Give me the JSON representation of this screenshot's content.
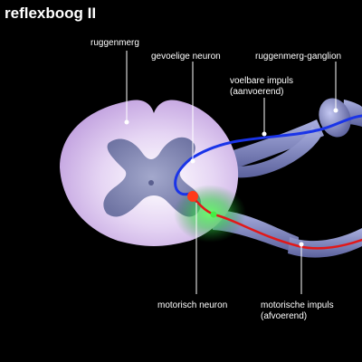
{
  "title": "reflexboog II",
  "labels": {
    "spinal_cord": "ruggenmerg",
    "sensory_neuron": "gevoelige neuron",
    "ganglion": "ruggenmerg-ganglion",
    "afferent_line1": "voelbare impuls",
    "afferent_line2": "(aanvoerend)",
    "motor_neuron": "motorisch neuron",
    "efferent_line1": "motorische impuls",
    "efferent_line2": "(afvoerend)"
  },
  "colors": {
    "background": "#000000",
    "cord_outer": "#c9a6e6",
    "grey_matter": "#8a8fb8",
    "nerve": "#8c93c8",
    "afferent": "#1a34e8",
    "efferent": "#e21818",
    "motor_glow": "#3cff5a",
    "leader": "#ffffff"
  }
}
